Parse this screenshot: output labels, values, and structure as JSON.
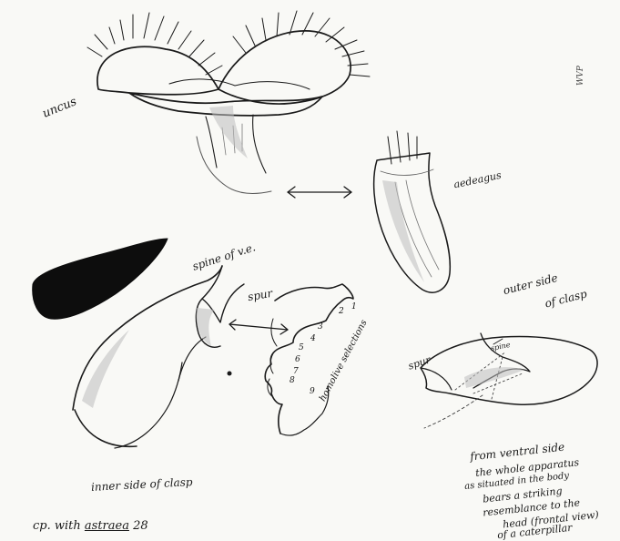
{
  "labels": {
    "uncus": "uncus",
    "vertical_margin": "WVP",
    "aedeagus": "aedeagus",
    "spine": "spine of v.e.",
    "spur_top": "spur",
    "outer_side_1": "outer",
    "outer_side_2": "side",
    "outer_side_3": "of clasp",
    "spur_right": "spur",
    "spine_right": "spine",
    "heterodox": "homolive selections",
    "ventral_1": "from ventral side",
    "ventral_2": "the whole apparatus",
    "ventral_3": "as situated in the body",
    "ventral_4": "bears a striking",
    "ventral_5": "resemblance to the",
    "ventral_6": "head (frontal view)",
    "ventral_7": "of a caterpillar",
    "inner_side": "inner side of clasp",
    "comparison_prefix": "cp. with",
    "comparison_species": "astraea",
    "comparison_number": "28"
  },
  "tooth_numbers": [
    "1",
    "2",
    "3",
    "4",
    "5",
    "6",
    "7",
    "8",
    "9"
  ],
  "colors": {
    "ink": "#1a1a1a",
    "paper": "#f9f9f6",
    "blot": "#0d0d0d"
  }
}
